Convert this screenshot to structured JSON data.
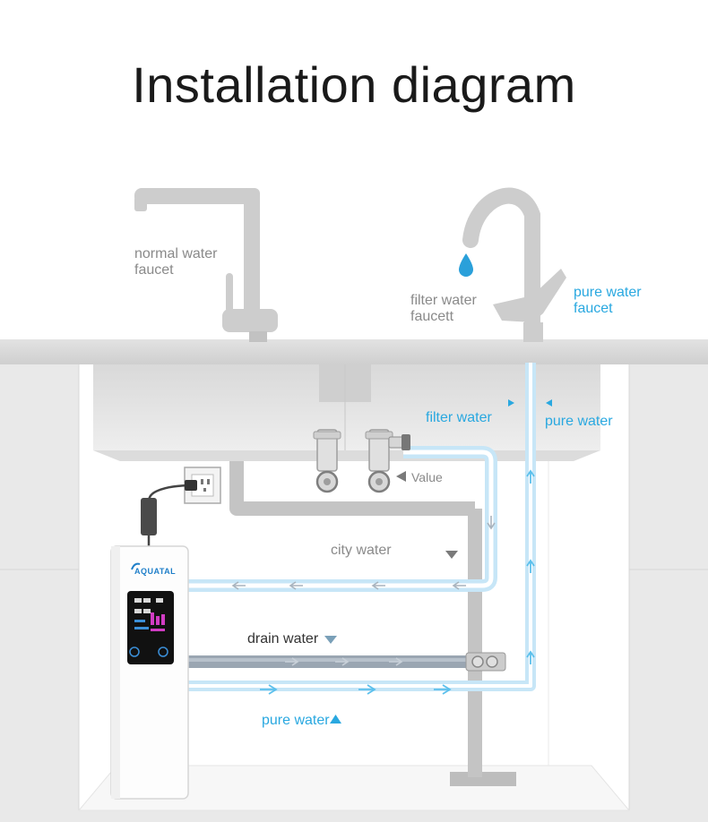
{
  "title": "Installation diagram",
  "labels": {
    "normal_faucet_line1": "normal water",
    "normal_faucet_line2": "faucet",
    "filter_faucet_line1": "filter water",
    "filter_faucet_line2": "faucett",
    "pure_faucet_line1": "pure water",
    "pure_faucet_line2": "faucet",
    "filter_water": "filter water",
    "pure_water_top": "pure water",
    "value": "Value",
    "city_water": "city water",
    "drain_water": "drain water",
    "pure_water_bottom": "pure water",
    "brand": "AQUATAL"
  },
  "colors": {
    "pure_blue": "#29a8e0",
    "pipe_light_blue": "#cfe8f7",
    "drain_pipe": "#8d9aa8",
    "faucet_gray": "#c9c9c9",
    "counter_gray": "#d6d6d6"
  },
  "icons": [
    "water-drop-icon",
    "power-outlet-icon",
    "arrow-left-icon",
    "arrow-right-icon",
    "arrow-up-icon",
    "arrow-down-icon",
    "triangle-marker-icon"
  ]
}
